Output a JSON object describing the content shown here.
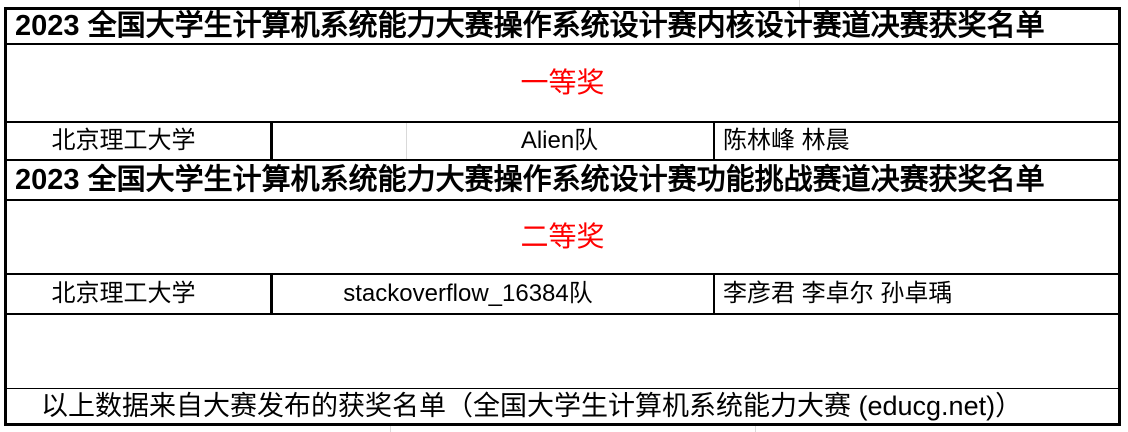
{
  "app": {
    "type": "spreadsheet-award-table"
  },
  "colors": {
    "background": "#ffffff",
    "body_text": "#000000",
    "border": "#000000",
    "award_text": "#ff0000",
    "gridline": "#d9d9d9"
  },
  "sections": [
    {
      "title": "2023 全国大学生计算机系统能力大赛操作系统设计赛内核设计赛道决赛获奖名单",
      "award_level": "一等奖",
      "winners": [
        {
          "school": "北京理工大学",
          "team": "Alien队",
          "members": "陈林峰 林晨"
        }
      ]
    },
    {
      "title": "2023 全国大学生计算机系统能力大赛操作系统设计赛功能挑战赛道决赛获奖名单",
      "award_level": "二等奖",
      "winners": [
        {
          "school": "北京理工大学",
          "team": "stackoverflow_16384队",
          "members": "李彦君 李卓尔 孙卓瑀"
        }
      ]
    }
  ],
  "footer": {
    "note": "以上数据来自大赛发布的获奖名单（全国大学生计算机系统能力大赛 (educg.net)）"
  }
}
